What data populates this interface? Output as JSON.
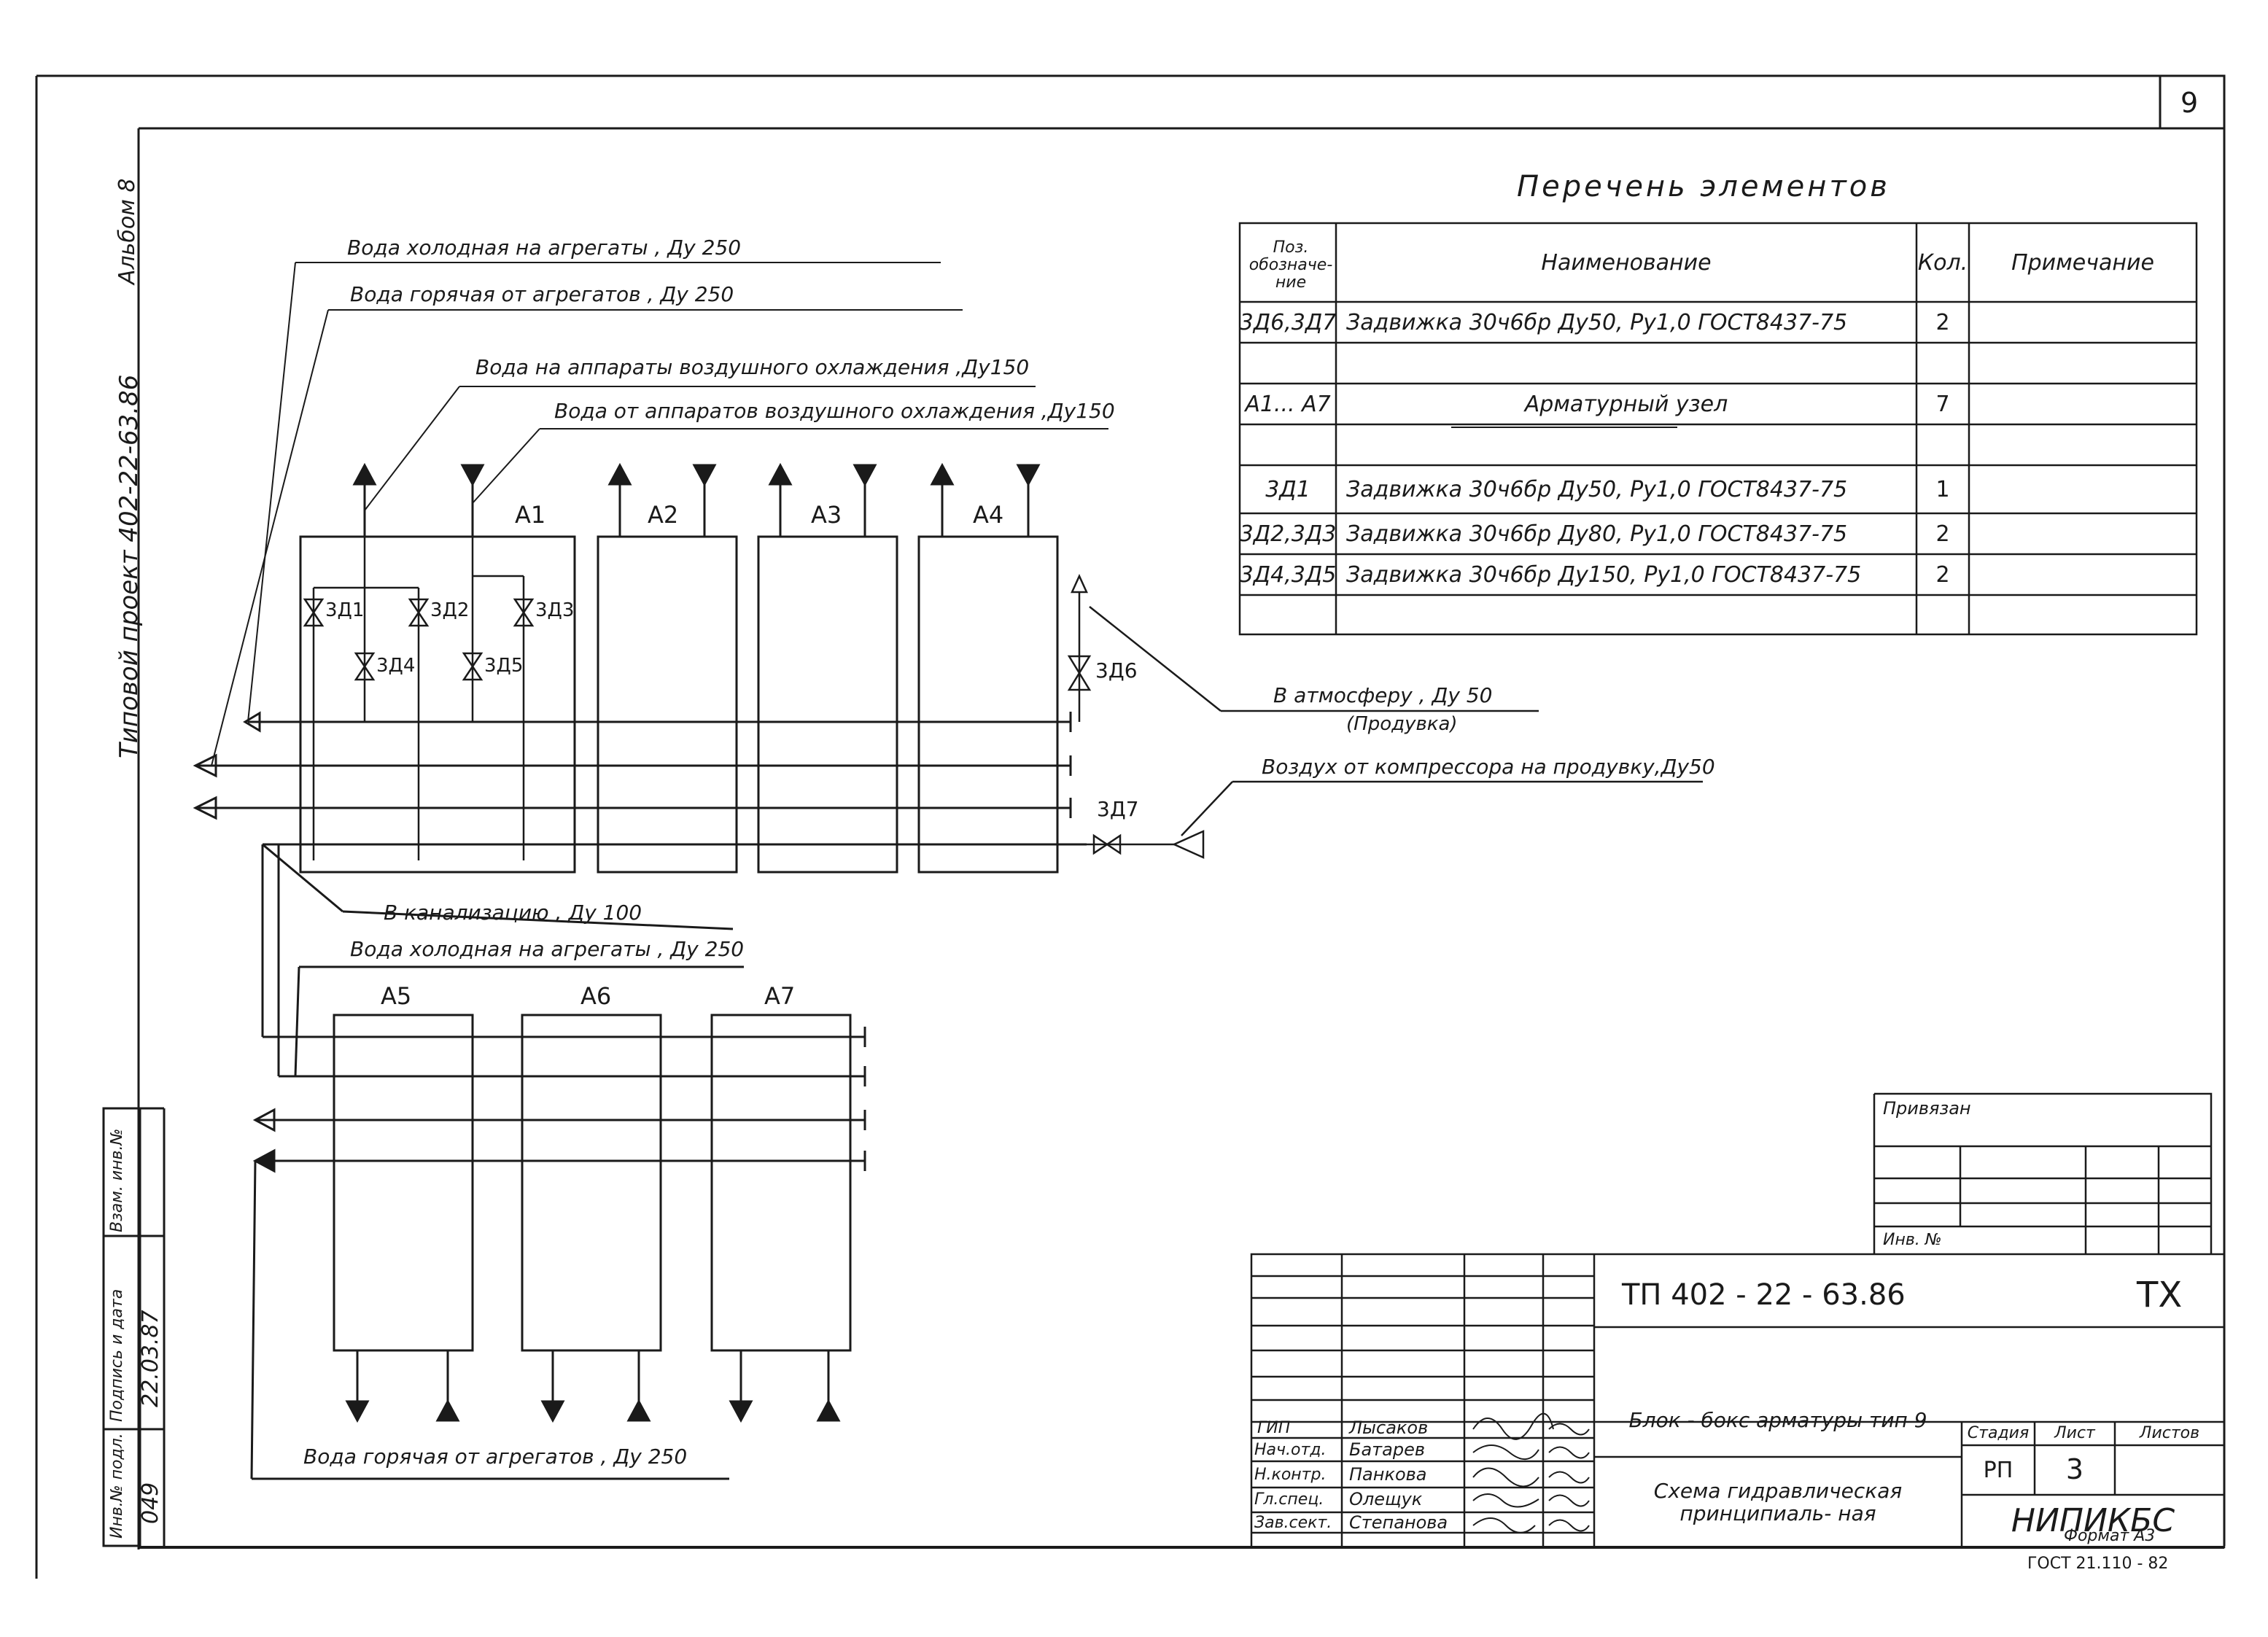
{
  "sheet_number": "9",
  "side_texts": {
    "album": "Альбом 8",
    "project": "Типовой проект   402-22-63.86"
  },
  "title": "Перечень  элементов",
  "table": {
    "headers": [
      "Поз. обозначе-ние",
      "Наименование",
      "Кол.",
      "Примечание"
    ],
    "rows": [
      {
        "pos": "3Д6,3Д7",
        "name": "Задвижка 30ч6бр  Ду50,  Ру1,0  ГОСТ8437-75",
        "qty": "2",
        "note": ""
      },
      {
        "pos": "",
        "name": "",
        "qty": "",
        "note": ""
      },
      {
        "pos": "А1... А7",
        "name": "Арматурный  узел",
        "qty": "7",
        "note": ""
      },
      {
        "pos": "",
        "name": "",
        "qty": "",
        "note": ""
      },
      {
        "pos": "3Д1",
        "name": "Задвижка 30ч6бр  Ду50,  Ру1,0  ГОСТ8437-75",
        "qty": "1",
        "note": ""
      },
      {
        "pos": "3Д2,3Д3",
        "name": "Задвижка 30ч6бр  Ду80,  Ру1,0  ГОСТ8437-75",
        "qty": "2",
        "note": ""
      },
      {
        "pos": "3Д4,3Д5",
        "name": "Задвижка 30ч6бр  Ду150,  Ру1,0  ГОСТ8437-75",
        "qty": "2",
        "note": ""
      },
      {
        "pos": "",
        "name": "",
        "qty": "",
        "note": ""
      }
    ]
  },
  "diagram_labels": {
    "cold_in_top": "Вода холодная на агрегаты , Ду 250",
    "hot_out_top": "Вода горячая от агрегатов , Ду 250",
    "to_air_coolers": "Вода на аппараты воздушного охлаждения ,Ду150",
    "from_air_coolers": "Вода от аппаратов воздушного охлаждения ,Ду150",
    "to_atmosphere": "В атмосферу , Ду 50",
    "purge": "(Продувка)",
    "air_compressor": "Воздух от компрессора на продувку,Ду50",
    "sewer": "В канализацию , Ду 100",
    "cold_in_bottom": "Вода холодная на агрегаты , Ду 250",
    "hot_out_bottom": "Вода горячая от агрегатов , Ду 250"
  },
  "units": [
    "А1",
    "А2",
    "А3",
    "А4",
    "А5",
    "А6",
    "А7"
  ],
  "valves": [
    "3Д1",
    "3Д2",
    "3Д3",
    "3Д4",
    "3Д5",
    "3Д6",
    "3Д7"
  ],
  "title_block": {
    "attached": "Привязан",
    "inv_no": "Инв. №",
    "code": "ТП   402 - 22 - 63.86",
    "mark": "ТХ",
    "object_name": "Блок - бокс арматуры тип 9",
    "drawing_title": "Схема гидравлическая принципиаль- ная",
    "stage_header": "Стадия",
    "sheet_header": "Лист",
    "sheets_header": "Листов",
    "stage": "РП",
    "sheet": "3",
    "sheets": "",
    "organization": "НИПИКБС",
    "format": "Формат А3",
    "standard": "ГОСТ 21.110 - 82",
    "roles": [
      {
        "role": "ГИП",
        "name": "Лысаков"
      },
      {
        "role": "Нач.отд.",
        "name": "Батарев"
      },
      {
        "role": "Н.контр.",
        "name": "Панкова"
      },
      {
        "role": "Гл.спец.",
        "name": "Олещук"
      },
      {
        "role": "Зав.сект.",
        "name": "Степанова"
      }
    ]
  },
  "left_stamp": {
    "inv_orig": "Инв.№ подл.",
    "sign_date": "Подпись и дата",
    "replace_inv": "Взам. инв.№",
    "inv_value": "049",
    "date_value": "22.03.87"
  }
}
